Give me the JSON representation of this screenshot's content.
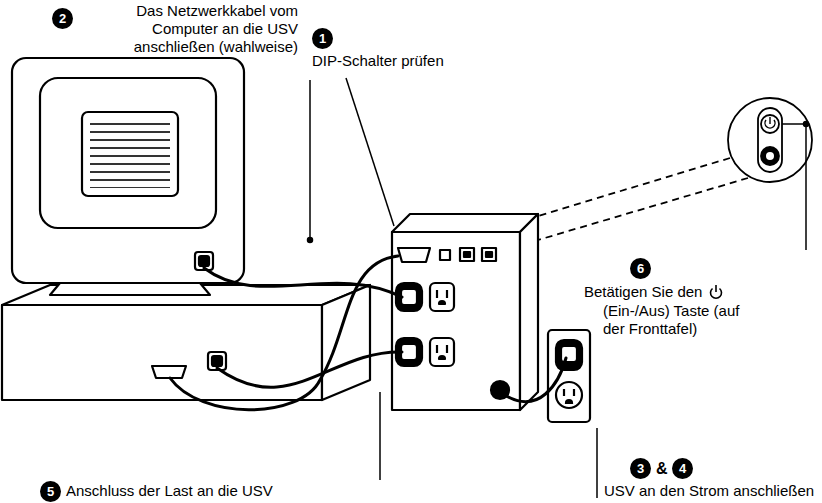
{
  "diagram": {
    "labels": [
      "2",
      "Das Netzwerkkabel vom Computer an die USV anschließen (wahlweise)",
      "1",
      "DIP-Schalter prüfen",
      "6",
      "Betätigen Sie den",
      "(Ein-/Aus) Taste (auf der Fronttafel)",
      "3",
      "&",
      "4",
      "USV an den Strom anschließen",
      "5",
      "Anschluss der Last an die USV"
    ]
  }
}
